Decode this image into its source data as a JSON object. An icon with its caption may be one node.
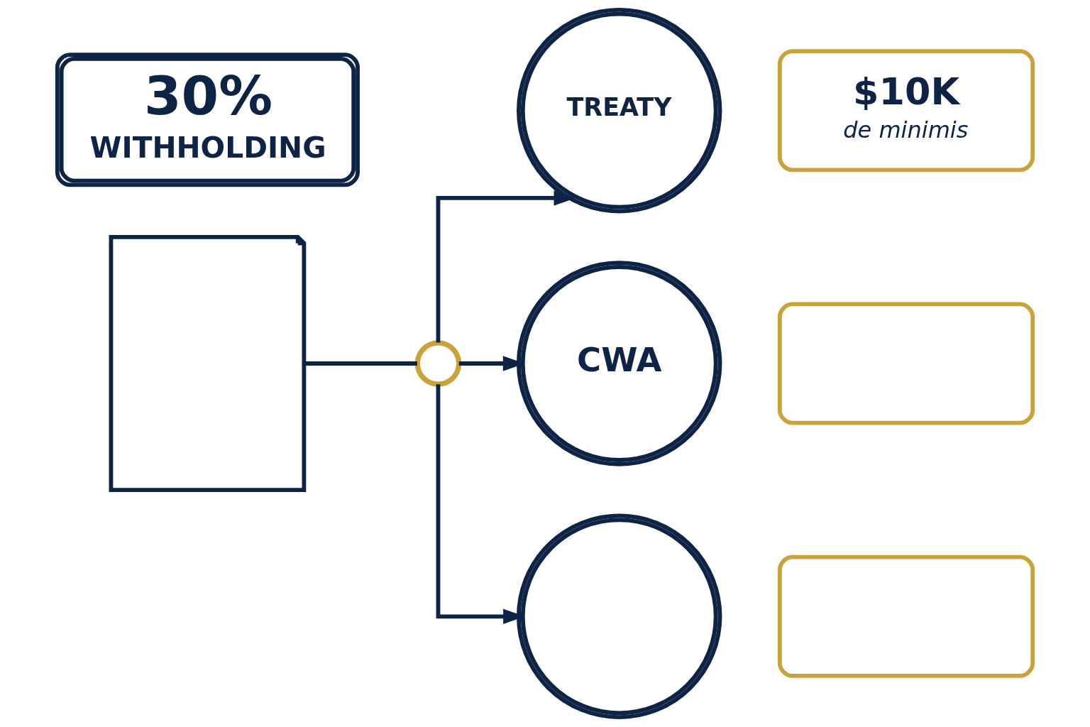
{
  "diagram": {
    "nodes": [
      {
        "text": [
          "30%",
          "WITHHOLDING"
        ]
      },
      {
        "text": [],
        "shape": "picture"
      },
      {
        "text": [],
        "shape": "circle"
      },
      {
        "text": [
          "TREATY"
        ]
      },
      {
        "text": [
          "$10K",
          "de minimis"
        ]
      },
      {
        "text": [
          "CWA"
        ]
      },
      {
        "text": [],
        "shape": "box"
      },
      {
        "text": [],
        "shape": "circle"
      },
      {
        "text": [],
        "shape": "box"
      }
    ],
    "edges": [
      {
        "from": 1,
        "to": 2,
        "arrow": "none"
      },
      {
        "from": 2,
        "to": 3,
        "arrow": "to"
      },
      {
        "from": 2,
        "to": 5,
        "arrow": "to"
      },
      {
        "from": 2,
        "to": 7,
        "arrow": "to"
      }
    ]
  }
}
